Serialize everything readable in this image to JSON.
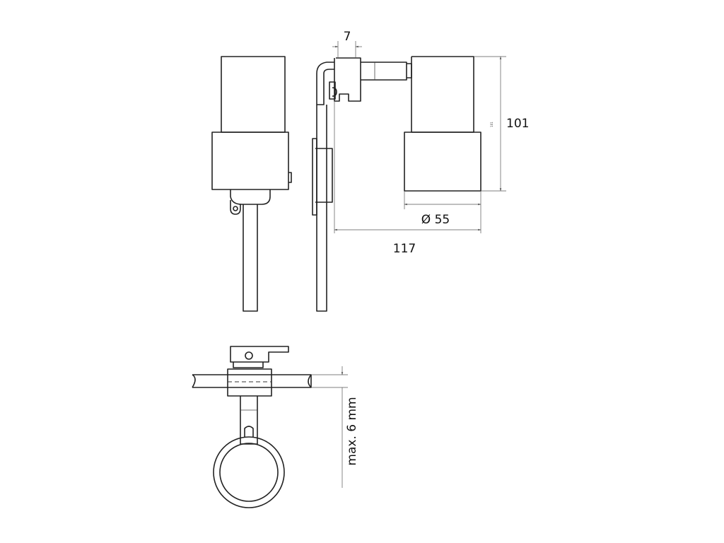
{
  "dimensions": {
    "gap_width": "7",
    "height": "101",
    "height_small": "101",
    "diameter": "Ø 55",
    "length": "117",
    "max_thickness": "max. 6 mm"
  }
}
